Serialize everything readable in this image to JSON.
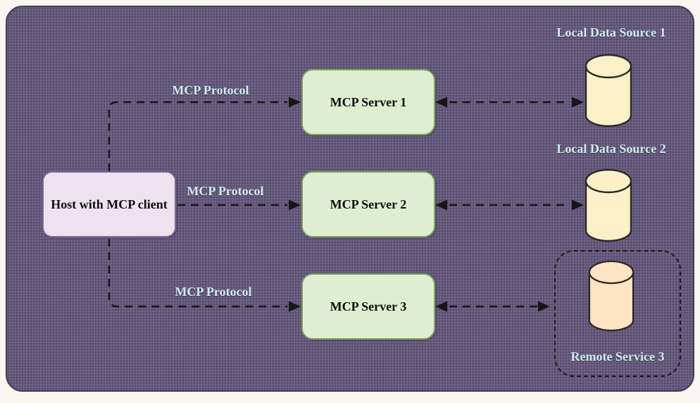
{
  "host": {
    "label": "Host with MCP client"
  },
  "servers": [
    {
      "label": "MCP Server 1"
    },
    {
      "label": "MCP Server 2"
    },
    {
      "label": "MCP Server 3"
    }
  ],
  "connections": {
    "protocol_labels": [
      "MCP Protocol",
      "MCP Protocol",
      "MCP Protocol"
    ]
  },
  "data_sources": [
    {
      "label": "Local Data Source 1",
      "kind": "local-database"
    },
    {
      "label": "Local Data Source 2",
      "kind": "local-database"
    },
    {
      "label": "Remote Service 3",
      "kind": "remote-service"
    }
  ],
  "colors": {
    "canvas_background": "#67597f",
    "host_fill": "#eee2f0",
    "host_border": "#7e6b96",
    "server_fill": "#dfeed0",
    "server_border": "#7fa55f",
    "local_cylinder_fill": "#fbf0c8",
    "remote_cylinder_fill": "#fde4c2",
    "label_text": "#cceeea",
    "node_text": "#0d0d0d",
    "arrow": "#161616"
  }
}
